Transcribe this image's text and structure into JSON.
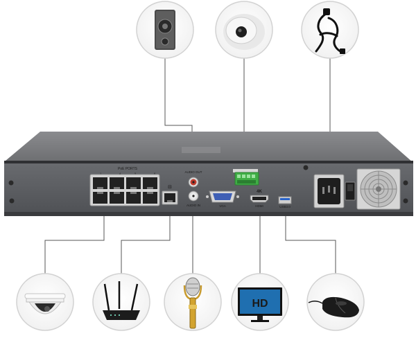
{
  "rear_panel": {
    "poe_ports_label": "PoE PORTS",
    "port_numbers": [
      "1",
      "4",
      "5",
      "8"
    ],
    "audio_out_label": "AUDIO OUT",
    "audio_in_label": "AUDIO IN",
    "vga_label": "VGA",
    "resolution_badge": "4K",
    "hdmi_label": "HDMI",
    "usb_label": "USB3.0"
  },
  "accessories": {
    "monitor_badge": "HD"
  },
  "colors": {
    "chassis_top": "#7e7f82",
    "chassis_face": "#5b5d61",
    "port_gray": "#c9c9c9",
    "terminal_green": "#3fae45",
    "vga_blue": "#3f5fb5",
    "usb_blue": "#2a64c8",
    "leader_line": "#555555"
  },
  "icons": [
    "speaker-icon",
    "camera-icon",
    "power-cable-icon",
    "dome-camera-icon",
    "router-icon",
    "microphone-icon",
    "hd-monitor-icon",
    "mouse-icon"
  ]
}
